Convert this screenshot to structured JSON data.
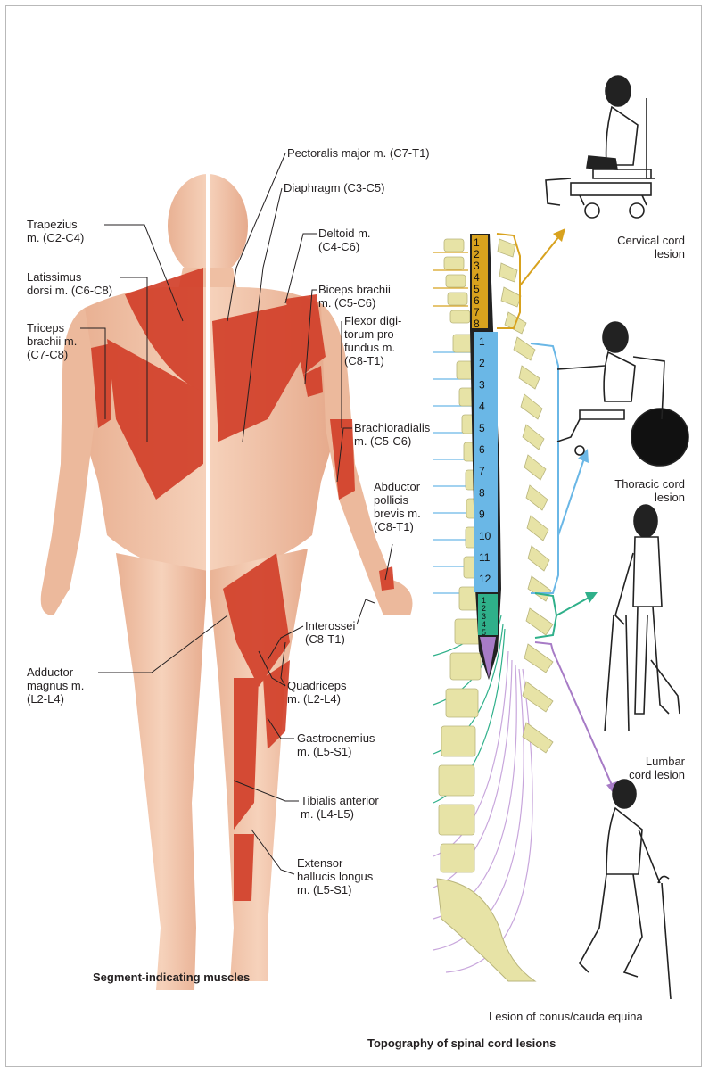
{
  "muscle_labels": {
    "pectoralis": "Pectoralis major m. (C7-T1)",
    "diaphragm": "Diaphragm (C3-C5)",
    "trapezius": [
      "Trapezius",
      "m. (C2-C4)"
    ],
    "deltoid": [
      "Deltoid m.",
      "(C4-C6)"
    ],
    "latissimus": [
      "Latissimus",
      "dorsi m. (C6-C8)"
    ],
    "biceps": [
      "Biceps brachii",
      "m. (C5-C6)"
    ],
    "triceps": [
      "Triceps",
      "brachii m.",
      "(C7-C8)"
    ],
    "flexor": [
      "Flexor digi-",
      "torum pro-",
      "fundus m.",
      "(C8-T1)"
    ],
    "brachioradialis": [
      "Brachioradialis",
      "m. (C5-C6)"
    ],
    "abductor": [
      "Abductor",
      "pollicis",
      "brevis m.",
      "(C8-T1)"
    ],
    "interossei": [
      "Interossei",
      "(C8-T1)"
    ],
    "adductor": [
      "Adductor",
      "magnus m.",
      "(L2-L4)"
    ],
    "quadriceps": [
      "Quadriceps",
      "m. (L2-L4)"
    ],
    "gastrocnemius": [
      "Gastrocnemius",
      "m. (L5-S1)"
    ],
    "tibialis": [
      "Tibialis anterior",
      "m. (L4-L5)"
    ],
    "extensor": [
      "Extensor",
      "hallucis longus",
      "m. (L5-S1)"
    ]
  },
  "lesion_labels": {
    "cervical": [
      "Cervical cord",
      "lesion"
    ],
    "thoracic": [
      "Thoracic cord",
      "lesion"
    ],
    "lumbar": [
      "Lumbar",
      "cord lesion"
    ],
    "conus": "Lesion of conus/cauda equina"
  },
  "segments": {
    "cervical": [
      "1",
      "2",
      "3",
      "4",
      "5",
      "6",
      "7",
      "8"
    ],
    "thoracic": [
      "1",
      "2",
      "3",
      "4",
      "5",
      "6",
      "7",
      "8",
      "9",
      "10",
      "11",
      "12"
    ],
    "lumbar": [
      "1",
      "2",
      "3",
      "4",
      "5"
    ]
  },
  "captions": {
    "left": "Segment-indicating muscles",
    "right": "Topography of spinal cord lesions"
  },
  "colors": {
    "muscle": "#d2402a",
    "skin": "#f2c9ae",
    "cervical": "#d8a21e",
    "thoracic": "#6ab7e6",
    "lumbar": "#2fb08a",
    "sacral": "#a77bc6",
    "vertebra": "#e7e3a6"
  }
}
